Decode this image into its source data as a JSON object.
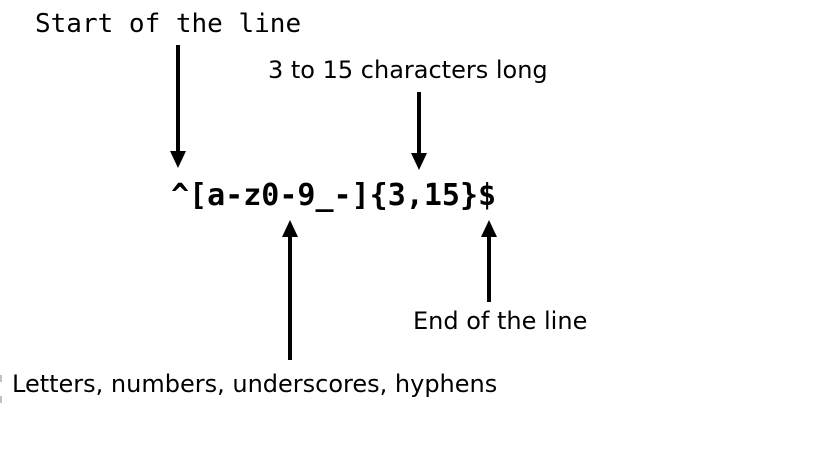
{
  "diagram": {
    "regex": "^[a-z0-9_-]{3,15}$",
    "annotations": {
      "start_of_line": "Start of the line",
      "length": "3 to 15 characters long",
      "end_of_line": "End of the line",
      "charset": "Letters, numbers, underscores, hyphens"
    },
    "colors": {
      "text": "#000000",
      "arrow": "#000000",
      "background": "#ffffff"
    }
  }
}
